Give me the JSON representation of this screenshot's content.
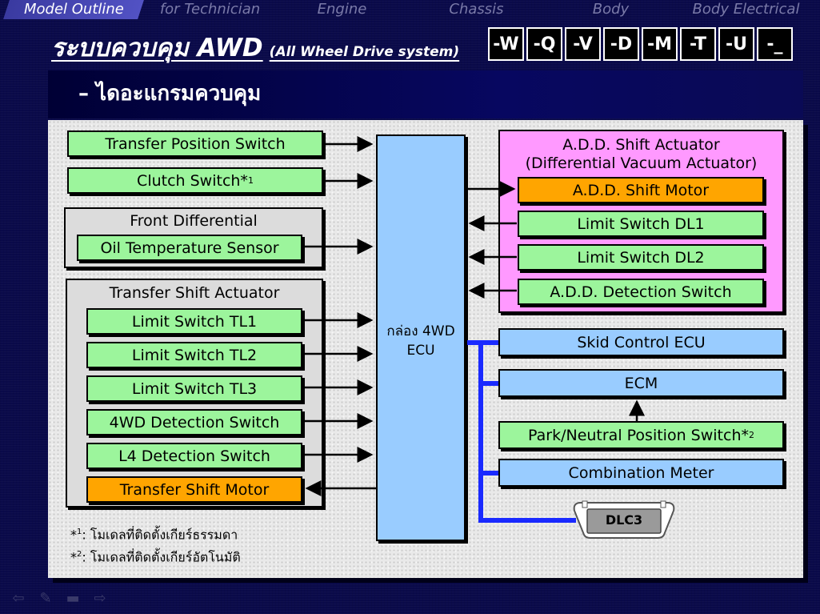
{
  "nav": {
    "tabs": [
      "Model Outline",
      "for Technician",
      "Engine",
      "Chassis",
      "Body",
      "Body Electrical"
    ],
    "active_index": 0
  },
  "title": {
    "main": "ระบบควบคุม AWD",
    "sub": "(All Wheel Drive system)"
  },
  "model_buttons": [
    "-W",
    "-Q",
    "-V",
    "-D",
    "-M",
    "-T",
    "-U",
    "-_"
  ],
  "section_header": "– ไดอะแกรมควบคุม",
  "diagram": {
    "inputs_top": {
      "transfer_position_switch": "Transfer Position Switch",
      "clutch_switch": "Clutch Switch*",
      "clutch_note_mark": "1"
    },
    "front_differential": {
      "title": "Front Differential",
      "oil_temperature_sensor": "Oil Temperature Sensor"
    },
    "transfer_shift_actuator": {
      "title": "Transfer Shift Actuator",
      "items": [
        "Limit Switch TL1",
        "Limit Switch TL2",
        "Limit Switch TL3",
        "4WD Detection Switch",
        "L4 Detection Switch"
      ],
      "motor": "Transfer Shift Motor"
    },
    "ecu": {
      "line1": "กล่อง 4WD",
      "line2": "ECU"
    },
    "add_actuator": {
      "title_line1": "A.D.D. Shift Actuator",
      "title_line2": "(Differential Vacuum Actuator)",
      "motor": "A.D.D. Shift Motor",
      "items": [
        "Limit Switch DL1",
        "Limit Switch DL2",
        "A.D.D. Detection Switch"
      ]
    },
    "bus": {
      "skid_control_ecu": "Skid Control ECU",
      "ecm": "ECM",
      "park_neutral_switch": "Park/Neutral Position Switch*",
      "park_note_mark": "2",
      "combination_meter": "Combination Meter",
      "dlc3": "DLC3"
    },
    "notes": [
      {
        "mark": "1",
        "text": ": โมเดลที่ติดตั้งเกียร์ธรรมดา"
      },
      {
        "mark": "2",
        "text": ": โมเดลที่ติดตั้งเกียร์อัตโนมัติ"
      }
    ]
  },
  "colors": {
    "background": "#0a0a4a",
    "input_box": "#9cf59c",
    "motor_box": "#ffa500",
    "ecu_box": "#99ccff",
    "group_gray": "#dcdcdc",
    "group_pink": "#ff99ff",
    "bus_line": "#1a2aff"
  },
  "bottom_icons": [
    "back-arrow-icon",
    "pencil-icon",
    "menu-icon",
    "forward-arrow-icon"
  ]
}
